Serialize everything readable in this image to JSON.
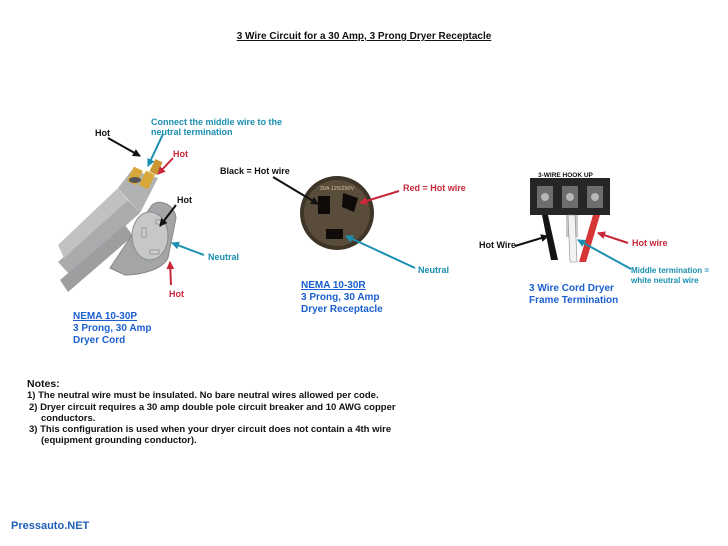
{
  "title": "3 Wire Circuit for a 30 Amp, 3 Prong Dryer Receptacle",
  "cord_section": {
    "label_hot_top": "Hot",
    "label_connect_line1": "Connect the middle wire to the",
    "label_connect_line2": "neutral termination",
    "label_hot_red_top": "Hot",
    "label_hot_mid": "Hot",
    "label_neutral": "Neutral",
    "label_hot_red_bottom": "Hot",
    "caption_line1": "NEMA 10-30P",
    "caption_line2": "3 Prong, 30 Amp",
    "caption_line3": "Dryer Cord"
  },
  "receptacle_section": {
    "label_black": "Black = Hot wire",
    "label_red": "Red = Hot wire",
    "label_neutral": "Neutral",
    "face_text": "30A 125/250V",
    "caption_line1": "NEMA 10-30R",
    "caption_line2": "3 Prong, 30 Amp",
    "caption_line3": "Dryer Receptacle"
  },
  "terminal_section": {
    "hookup_title": "3-WIRE HOOK UP",
    "label_hot_wire_left": "Hot Wire",
    "label_hot_wire_right": "Hot wire",
    "label_middle_line1": "Middle termination =",
    "label_middle_line2": "white neutral wire",
    "caption_line1": "3 Wire Cord Dryer",
    "caption_line2": "Frame Termination"
  },
  "notes": {
    "heading": "Notes:",
    "line1": "1) The neutral wire must be insulated. No bare neutral wires allowed per code.",
    "line2": "2) Dryer circuit requires a 30 amp double pole circuit breaker and 10 AWG copper",
    "line3": "conductors.",
    "line4": "3) This configuration is used when your dryer circuit does not contain a 4th wire",
    "line5": "(equipment grounding conductor)."
  },
  "brand": "Pressauto.NET",
  "colors": {
    "arrow_black": "#111111",
    "arrow_red": "#c8283a",
    "arrow_teal": "#1a8fb0",
    "caption_blue": "#1b5fd0",
    "brand_blue": "#1f5fb8"
  }
}
